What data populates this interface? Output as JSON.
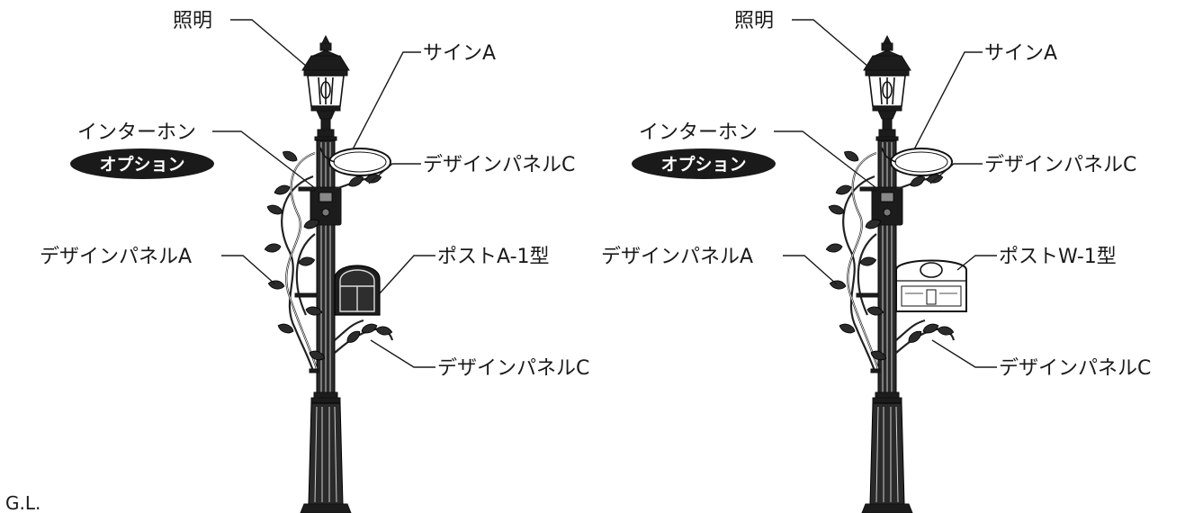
{
  "units": [
    {
      "lighting": "照明",
      "sign": "サインA",
      "intercom": "インターホン",
      "option_badge": "オプション",
      "panel_c_top": "デザインパネルC",
      "panel_a": "デザインパネルA",
      "post": "ポストA-1型",
      "panel_c_bottom": "デザインパネルC"
    },
    {
      "lighting": "照明",
      "sign": "サインA",
      "intercom": "インターホン",
      "option_badge": "オプション",
      "panel_c_top": "デザインパネルC",
      "panel_a": "デザインパネルA",
      "post": "ポストW-1型",
      "panel_c_bottom": "デザインパネルC"
    }
  ],
  "ground_label": "G.L.",
  "colors": {
    "ink": "#1a1a1a",
    "badge": "#1a1a1a",
    "background": "#ffffff"
  }
}
